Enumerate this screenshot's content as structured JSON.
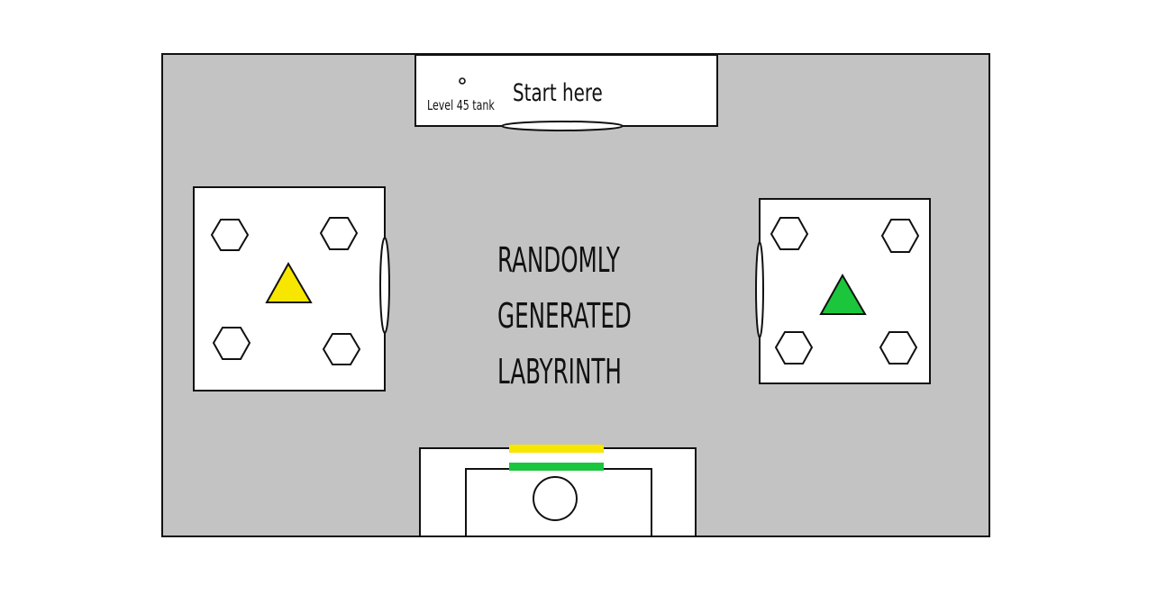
{
  "labels": {
    "start": "Start here",
    "tank": "Level 45 tank",
    "center_lines": [
      "RANDOMLY",
      "GENERATED",
      "LABYRINTH"
    ]
  },
  "colors": {
    "background": "#ffffff",
    "arena": "#c3c3c3",
    "room": "#ffffff",
    "outline": "#111111",
    "yellow": "#f7e600",
    "green": "#1bc63d"
  },
  "icons": {
    "left_room_marker": "yellow-triangle-icon",
    "right_room_marker": "green-triangle-icon",
    "room_nodes": "hexagon-icon",
    "spawn_point": "small-circle-icon",
    "goal_marker": "circle-icon"
  }
}
